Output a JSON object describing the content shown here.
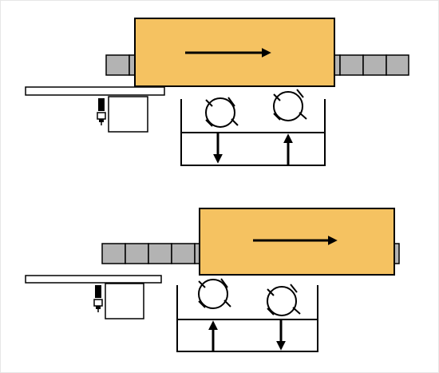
{
  "colors": {
    "block": "#f5c261",
    "roller": "#b3b3b3",
    "stroke": "#000000",
    "background": "#ffffff",
    "frame": "#e6e6e6"
  },
  "icons": {
    "motion_arrow": "arrow-right-icon",
    "cylinder_up": "arrow-up-icon",
    "cylinder_down": "arrow-down-icon",
    "wheel": "rotation-icon",
    "sensor": "proximity-sensor-icon"
  },
  "panels": [
    {
      "id": "top",
      "left_cylinder": "down",
      "right_cylinder": "up"
    },
    {
      "id": "bottom",
      "left_cylinder": "up",
      "right_cylinder": "down"
    }
  ]
}
